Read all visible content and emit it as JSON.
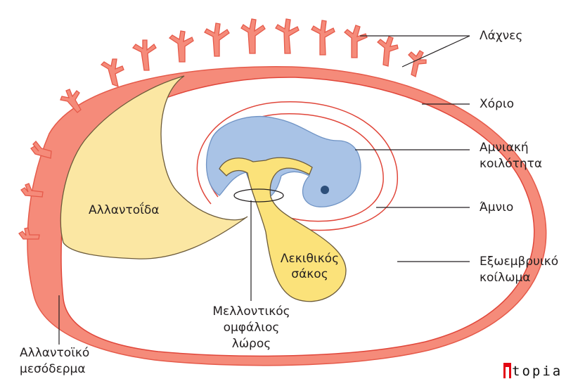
{
  "labels": {
    "lachnes": "Λάχνες",
    "chorio": "Χόριο",
    "amniaki_line1": "Αμνιακή",
    "amniaki_line2": "κοιλότητα",
    "amnio": "Άμνιο",
    "exoembryiko_line1": "Εξωεμβρυικό",
    "exoembryiko_line2": "κοίλωμα",
    "allantoida": "Αλλαντοΐδα",
    "lekithikos_line1": "Λεκιθικός",
    "lekithikos_line2": "σάκος",
    "omfalios_line1": "Μελλοντικός",
    "omfalios_line2": "ομφάλιος",
    "omfalios_line3": "λώρος",
    "mesoderma_line1": "Αλλαντοϊκό",
    "mesoderma_line2": "μεσόδερμα"
  },
  "logo": {
    "text": "topia"
  },
  "colors": {
    "chorion": "#f58b7a",
    "chorion_edge": "#e55a4a",
    "amnion_line": "#e0463a",
    "embryo": "#a9c3e6",
    "embryo_edge": "#6f93c4",
    "yolk": "#fbe27a",
    "allantois": "#fbe7a3",
    "brand": "#e30613"
  }
}
